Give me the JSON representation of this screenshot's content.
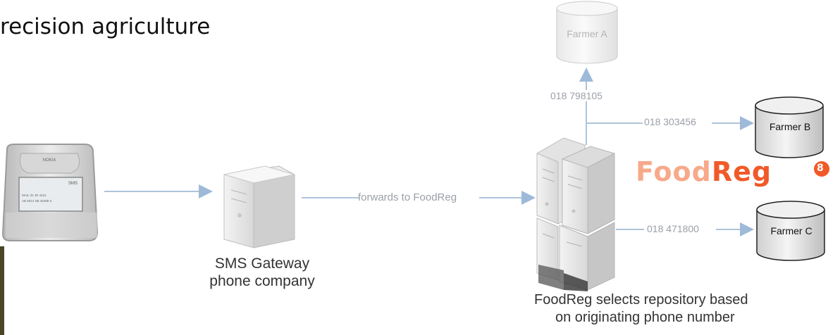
{
  "slide": {
    "title": "recision agriculture"
  },
  "diagram": {
    "phone": {
      "brand": "NOKIA",
      "screen_label": "SMS",
      "screen_text_1": "MAIL 32 JR 4421",
      "screen_text_2": "AB 6012 SB 45489 S"
    },
    "gateway_caption": [
      "SMS Gateway",
      "phone company"
    ],
    "edge_forward": "forwards to FoodReg",
    "server_caption": [
      "FoodReg selects  repository based",
      "on originating phone number"
    ],
    "farmers": [
      {
        "name": "Farmer A",
        "phone": "018 798105"
      },
      {
        "name": "Farmer B",
        "phone": "018 303456"
      },
      {
        "name": "Farmer C",
        "phone": "018 471800"
      }
    ],
    "logo": {
      "text_light": "Food",
      "text_dark": "Reg",
      "badge": "8"
    },
    "colors": {
      "arrow": "#aec4dc",
      "logo_orange": "#f05a28",
      "logo_light": "#f7a98a"
    }
  }
}
